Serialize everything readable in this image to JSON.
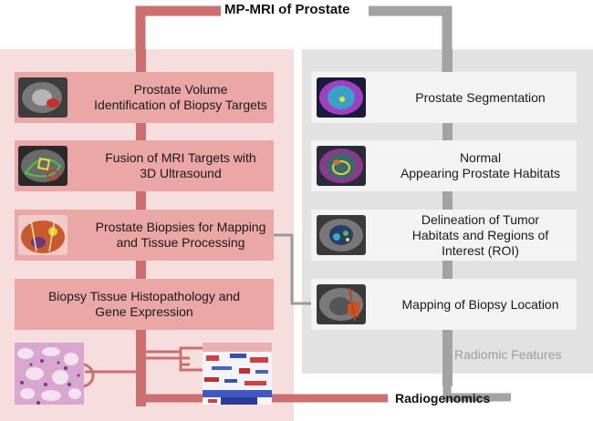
{
  "title": "MP-MRI of Prostate",
  "left_steps": [
    {
      "text": "Prostate Volume\nIdentification of Biopsy Targets",
      "icon": "mri-biopsy-targets-thumbnail"
    },
    {
      "text": "Fusion of MRI Targets with\n3D Ultrasound",
      "icon": "ultrasound-fusion-thumbnail"
    },
    {
      "text": "Prostate Biopsies for Mapping\nand Tissue Processing",
      "icon": "biopsy-mapping-thumbnail"
    },
    {
      "text": "Biopsy Tissue Histopathology and\nGene Expression",
      "icon": ""
    }
  ],
  "right_steps": [
    {
      "text": "Prostate Segmentation",
      "icon": "prostate-segmentation-thumbnail"
    },
    {
      "text": "Normal\nAppearing Prostate Habitats",
      "icon": "prostate-habitats-thumbnail"
    },
    {
      "text": "Delineation of Tumor\nHabitats and Regions of\nInterest (ROI)",
      "icon": "tumor-habitats-thumbnail"
    },
    {
      "text": "Mapping of Biopsy Location",
      "icon": "biopsy-location-thumbnail"
    }
  ],
  "radiomic_features": "Radiomic Features",
  "radiogenomics": "Radiogenomics",
  "colors": {
    "left_panel": "#f6dede",
    "left_box": "#eba6a6",
    "left_trunk": "#cd6f6f",
    "right_panel": "#e2e2e2",
    "right_box": "#f3f3f3",
    "right_trunk": "#a3a3a3"
  }
}
